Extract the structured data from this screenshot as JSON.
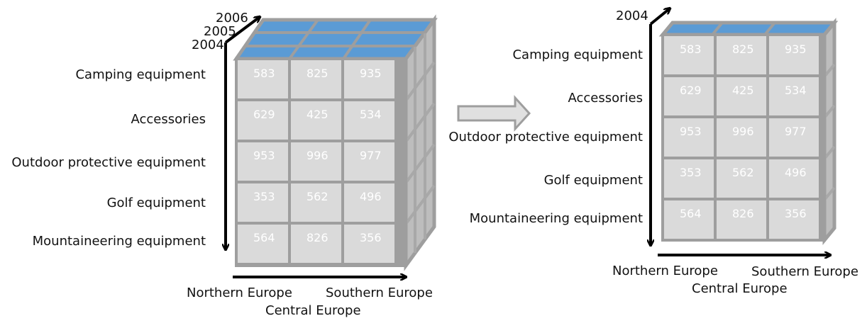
{
  "left_cube": {
    "years": [
      "2006",
      "2005",
      "2004"
    ],
    "rows": [
      "Camping equipment",
      "Accessories",
      "Outdoor protective equipment",
      "Golf equipment",
      "Mountaineering equipment"
    ],
    "columns": [
      "Northern Europe",
      "Southern Europe",
      "Central Europe"
    ],
    "values": [
      [
        "583",
        "825",
        "935"
      ],
      [
        "629",
        "425",
        "534"
      ],
      [
        "953",
        "996",
        "977"
      ],
      [
        "353",
        "562",
        "496"
      ],
      [
        "564",
        "826",
        "356"
      ]
    ]
  },
  "right_slice": {
    "year": "2004",
    "rows": [
      "Camping equipment",
      "Accessories",
      "Outdoor protective equipment",
      "Golf equipment",
      "Mountaineering equipment"
    ],
    "columns": [
      "Northern Europe",
      "Southern Europe",
      "Central Europe"
    ],
    "values": [
      [
        "583",
        "825",
        "935"
      ],
      [
        "629",
        "425",
        "534"
      ],
      [
        "953",
        "996",
        "977"
      ],
      [
        "353",
        "562",
        "496"
      ],
      [
        "564",
        "826",
        "356"
      ]
    ]
  },
  "colors": {
    "cell_fill": "#dadada",
    "grid_line": "#9e9e9e",
    "side_face": "#bdbdbd",
    "top_face": "#5b9bd5",
    "arrow": "#000000",
    "slice_arrow_fill": "#e0e0e0",
    "slice_arrow_stroke": "#9e9e9e"
  }
}
